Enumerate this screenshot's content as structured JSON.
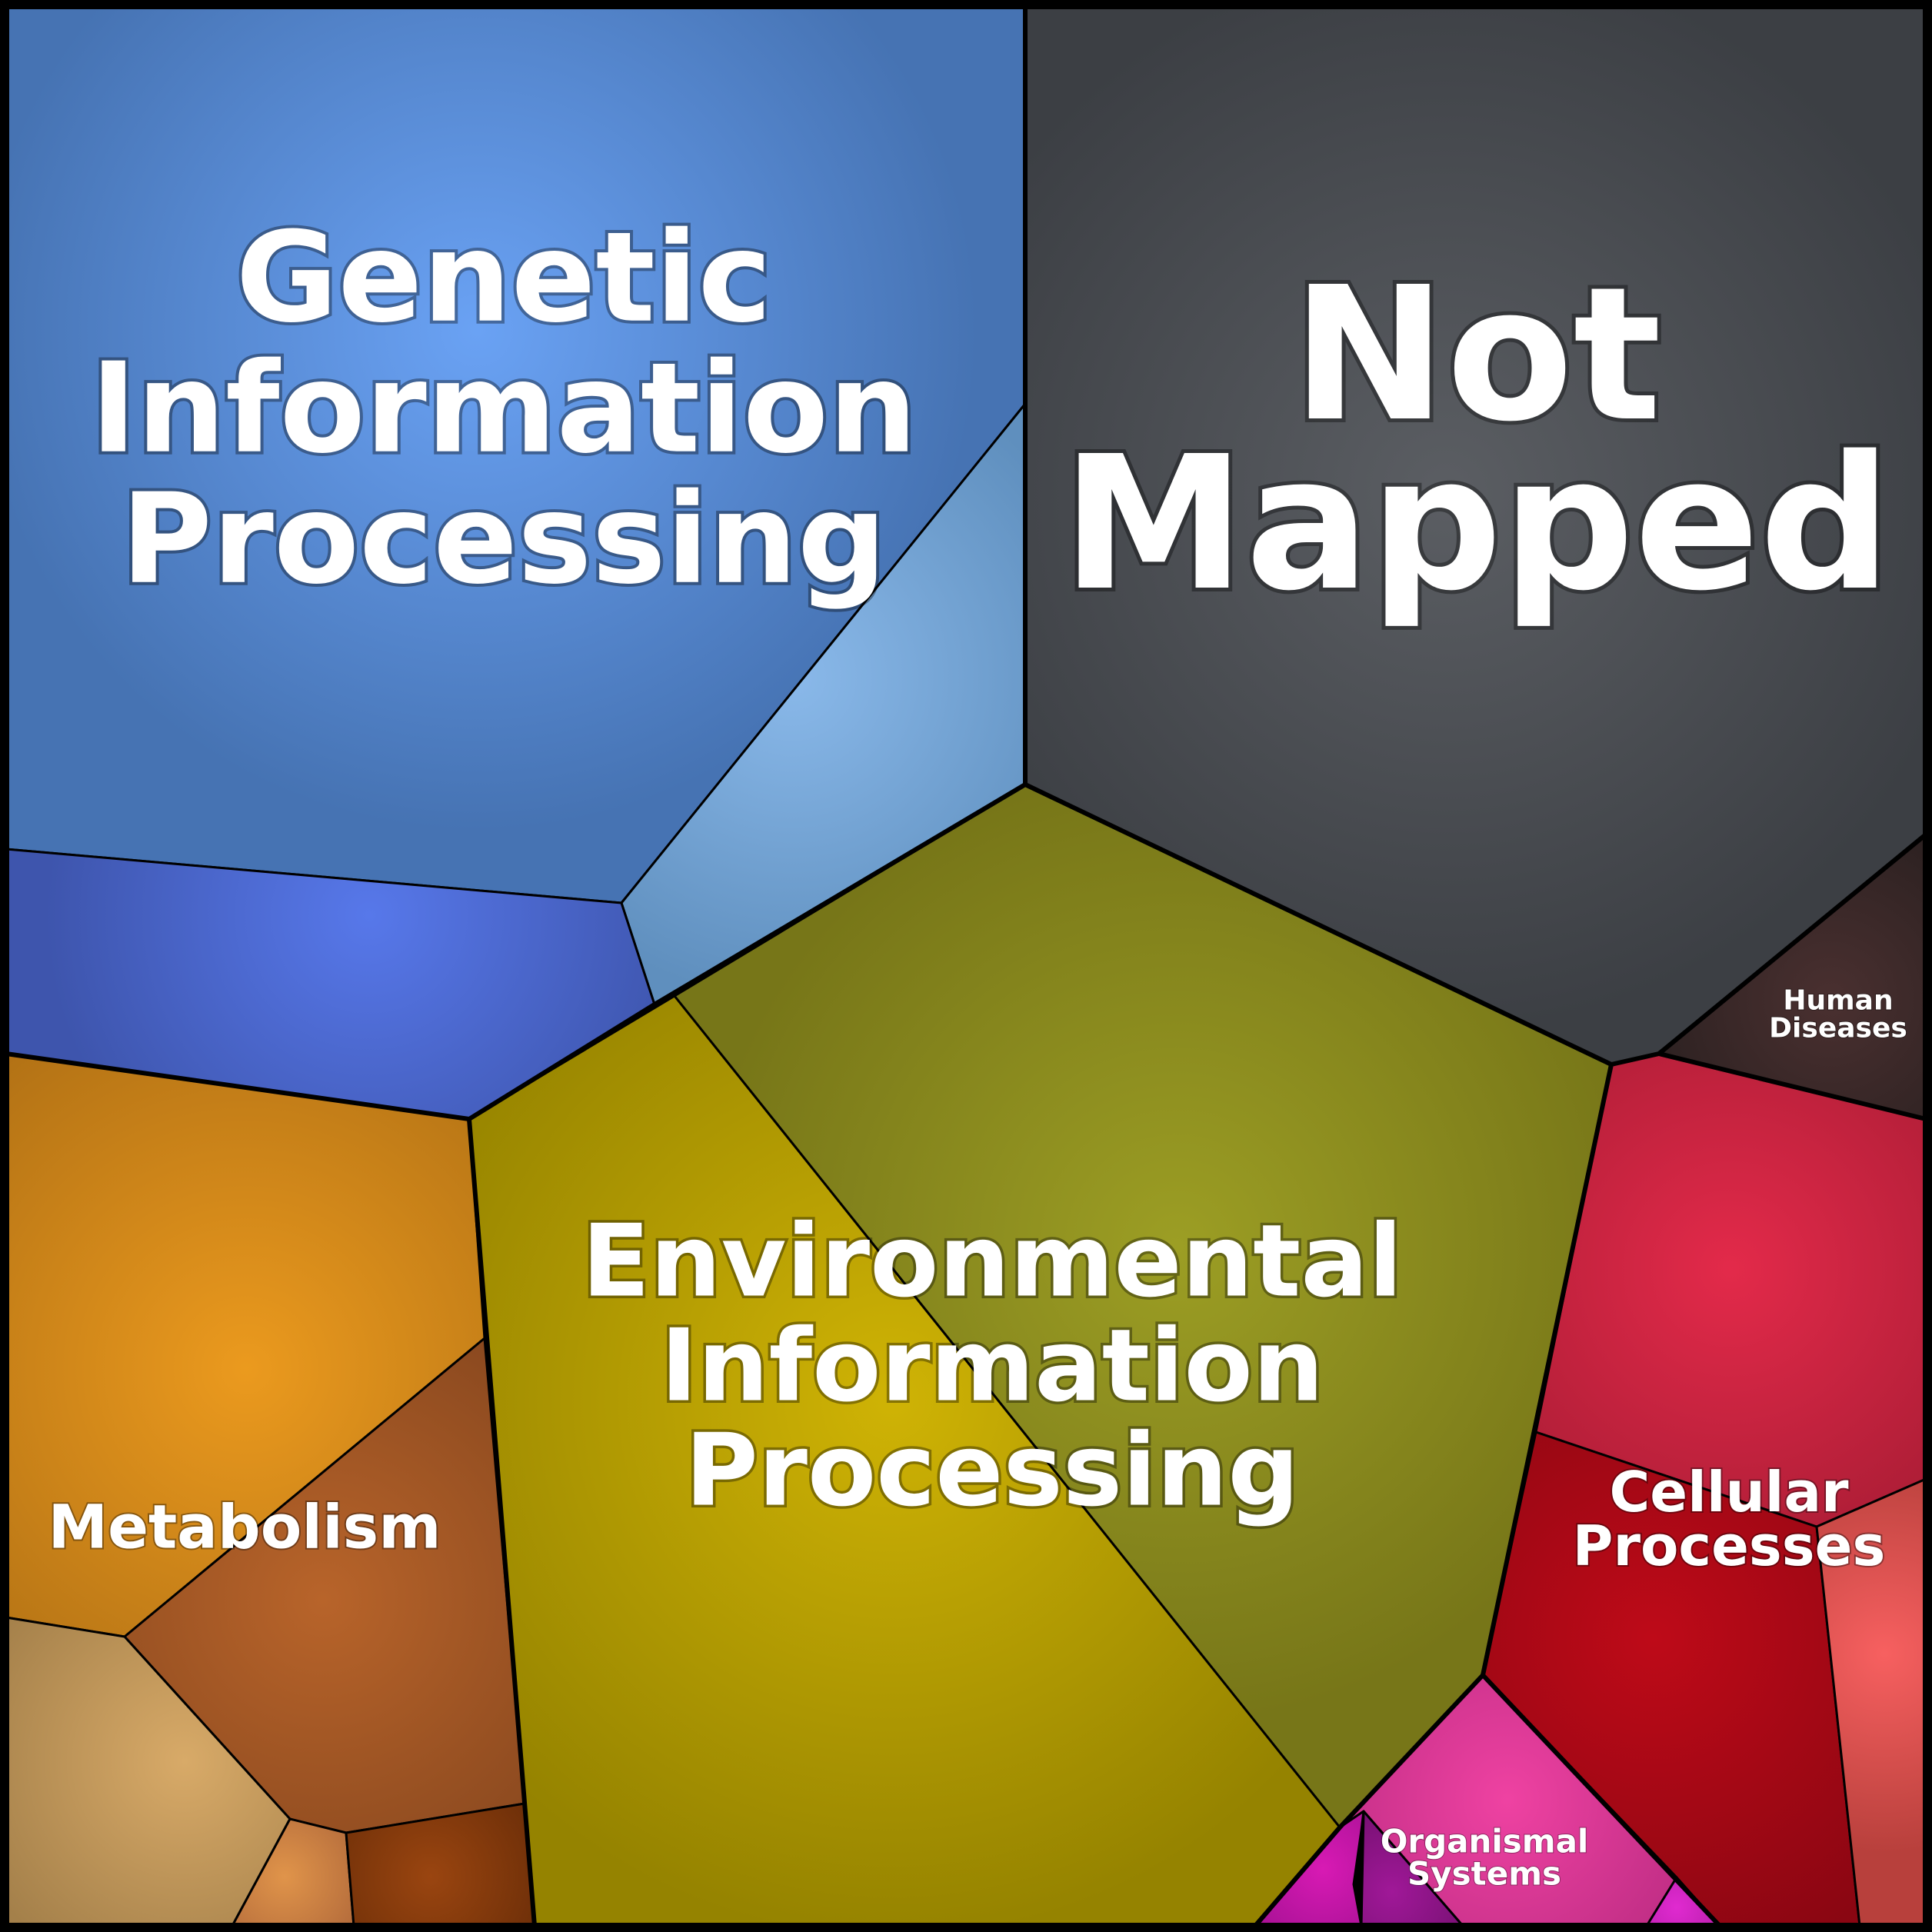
{
  "diagram": {
    "type": "voronoi-treemap",
    "categories": [
      {
        "id": "genetic",
        "label_lines": [
          "Genetic",
          "Information",
          "Processing"
        ],
        "color": "#4f86d6"
      },
      {
        "id": "not-mapped",
        "label_lines": [
          "Not",
          "Mapped"
        ],
        "color": "#4a4d52"
      },
      {
        "id": "environmental",
        "label_lines": [
          "Environmental",
          "Information",
          "Processing"
        ],
        "color": "#a39a10"
      },
      {
        "id": "metabolism",
        "label_lines": [
          "Metabolism"
        ],
        "color": "#d88a1c"
      },
      {
        "id": "cellular",
        "label_lines": [
          "Cellular",
          "Processes"
        ],
        "color": "#c21a2e"
      },
      {
        "id": "human-diseases",
        "label_lines": [
          "Human",
          "Diseases"
        ],
        "color": "#2e2222"
      },
      {
        "id": "organismal",
        "label_lines": [
          "Organismal",
          "Systems"
        ],
        "color": "#d83a98"
      }
    ]
  }
}
